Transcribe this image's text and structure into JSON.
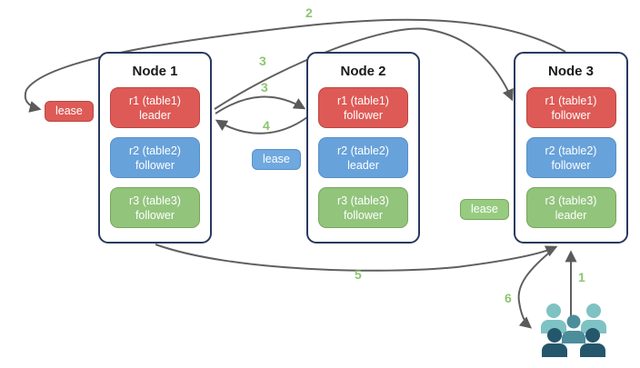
{
  "diagram": {
    "title": "multi-node replica leader/follower lease diagram",
    "nodes": [
      {
        "title": "Node 1",
        "replicas": [
          {
            "label": "r1 (table1)",
            "role": "leader",
            "color": "#de5a56"
          },
          {
            "label": "r2 (table2)",
            "role": "follower",
            "color": "#68a2da"
          },
          {
            "label": "r3 (table3)",
            "role": "follower",
            "color": "#92c47c"
          }
        ]
      },
      {
        "title": "Node 2",
        "replicas": [
          {
            "label": "r1 (table1)",
            "role": "follower",
            "color": "#de5a56"
          },
          {
            "label": "r2 (table2)",
            "role": "leader",
            "color": "#68a2da"
          },
          {
            "label": "r3 (table3)",
            "role": "follower",
            "color": "#92c47c"
          }
        ]
      },
      {
        "title": "Node 3",
        "replicas": [
          {
            "label": "r1 (table1)",
            "role": "follower",
            "color": "#de5a56"
          },
          {
            "label": "r2 (table2)",
            "role": "follower",
            "color": "#68a2da"
          },
          {
            "label": "r3 (table3)",
            "role": "leader",
            "color": "#92c47c"
          }
        ]
      }
    ],
    "lease_labels": [
      {
        "text": "lease",
        "variant": "red"
      },
      {
        "text": "lease",
        "variant": "blue"
      },
      {
        "text": "lease",
        "variant": "green"
      }
    ],
    "steps": [
      "1",
      "2",
      "3",
      "3",
      "4",
      "5",
      "6"
    ],
    "icons": [
      {
        "name": "users-icon"
      }
    ]
  },
  "colors": {
    "replica_red": "#de5a56",
    "replica_red_border": "#ba4741",
    "replica_blue": "#68a2da",
    "replica_blue_border": "#5590c9",
    "replica_green": "#92c47c",
    "replica_green_border": "#77a55d",
    "node_border": "#28395f",
    "arrow": "#5f5f5f",
    "step_number_green": "#8dc571",
    "users_light_teal": "#7fc2c3",
    "users_medium_teal": "#4c8d9c",
    "users_dark_teal": "#24566c"
  }
}
